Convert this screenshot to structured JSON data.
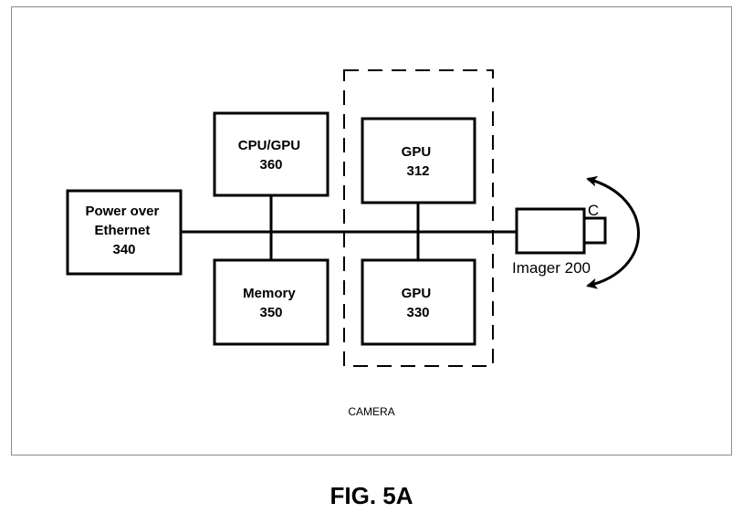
{
  "diagram": {
    "blocks": [
      {
        "id": "poe",
        "lines": [
          "Power over",
          "Ethernet",
          "340"
        ]
      },
      {
        "id": "cpu",
        "lines": [
          "CPU/GPU",
          "360"
        ]
      },
      {
        "id": "mem",
        "lines": [
          "Memory",
          "350"
        ]
      },
      {
        "id": "gpu312",
        "lines": [
          "GPU",
          "312"
        ]
      },
      {
        "id": "gpu330",
        "lines": [
          "GPU",
          "330"
        ]
      }
    ],
    "imager_label": "Imager 200",
    "lens_label": "C",
    "region_label": "CAMERA"
  },
  "figure_caption": "FIG. 5A"
}
